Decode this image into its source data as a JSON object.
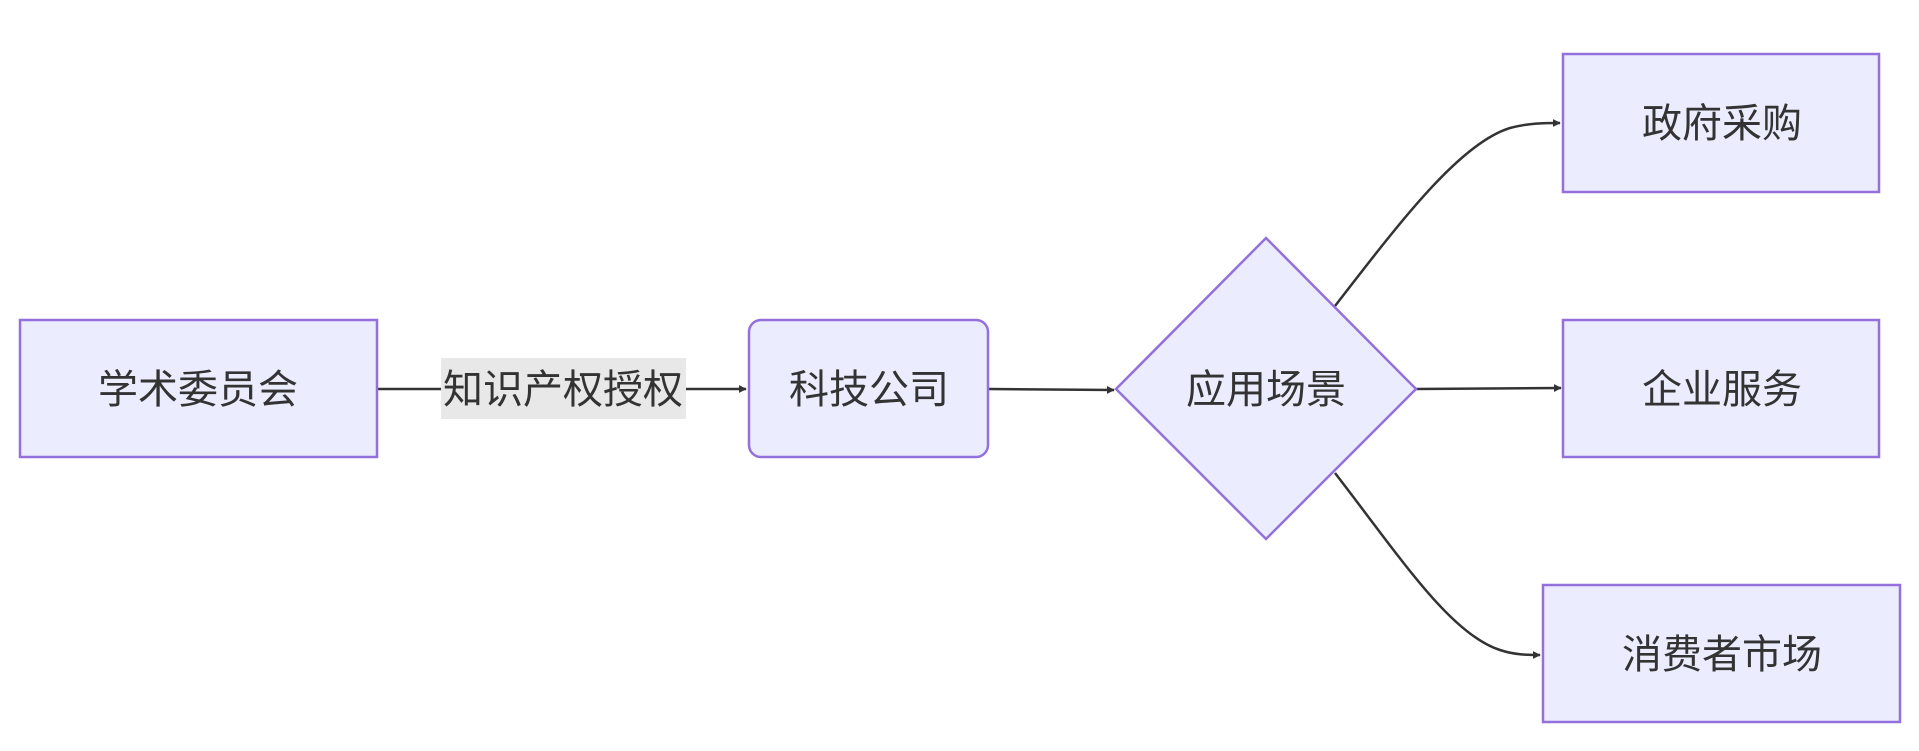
{
  "nodes": {
    "committee": "学术委员会",
    "tech_company": "科技公司",
    "scenarios": "应用场景",
    "gov_procurement": "政府采购",
    "enterprise_services": "企业服务",
    "consumer_market": "消费者市场"
  },
  "edges": {
    "license_label": "知识产权授权"
  },
  "colors": {
    "node_fill": "#ececff",
    "node_stroke": "#9370db",
    "edge": "#333333",
    "edge_label_bg": "#e8e8e8"
  }
}
